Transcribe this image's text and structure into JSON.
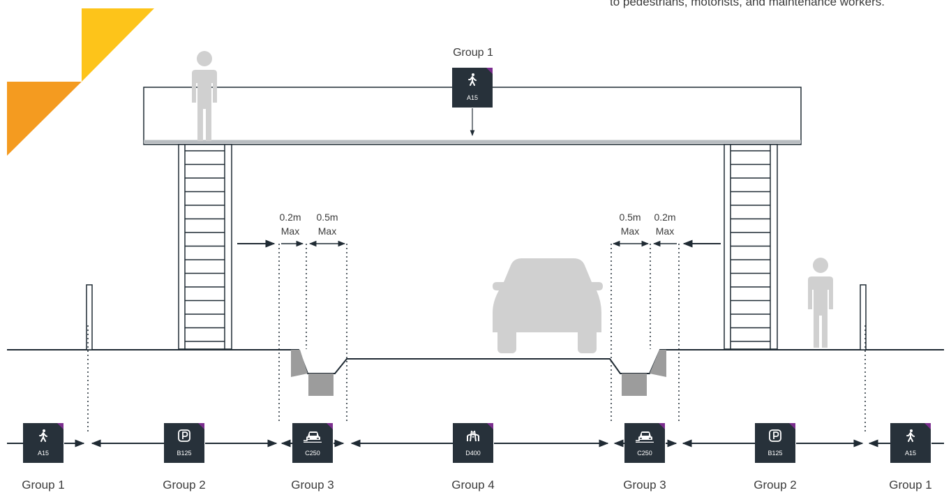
{
  "caption_text": "to pedestrians, motorists, and maintenance workers.",
  "colors": {
    "brand_yellow": "#FDC41A",
    "brand_orange": "#F49B20",
    "badge_bg": "#27313A",
    "badge_accent": "#7B2D8E",
    "silhouette": "#D0D0D0",
    "channel_grey": "#9C9C9C",
    "line": "#1f2a33"
  },
  "top_label": "Group 1",
  "top_badge": {
    "icon": "pedestrian-icon",
    "code": "A15"
  },
  "clearances": {
    "left": [
      {
        "value": "0.2m",
        "unit_note": "Max"
      },
      {
        "value": "0.5m",
        "unit_note": "Max"
      }
    ],
    "right": [
      {
        "value": "0.5m",
        "unit_note": "Max"
      },
      {
        "value": "0.2m",
        "unit_note": "Max"
      }
    ]
  },
  "zones": [
    {
      "group": "Group 1",
      "code": "A15",
      "icon": "pedestrian-icon"
    },
    {
      "group": "Group 2",
      "code": "B125",
      "icon": "parking-icon"
    },
    {
      "group": "Group 3",
      "code": "C250",
      "icon": "car-kerb-icon"
    },
    {
      "group": "Group 4",
      "code": "D400",
      "icon": "motorway-icon"
    },
    {
      "group": "Group 3",
      "code": "C250",
      "icon": "car-kerb-icon"
    },
    {
      "group": "Group 2",
      "code": "B125",
      "icon": "parking-icon"
    },
    {
      "group": "Group 1",
      "code": "A15",
      "icon": "pedestrian-icon"
    }
  ]
}
